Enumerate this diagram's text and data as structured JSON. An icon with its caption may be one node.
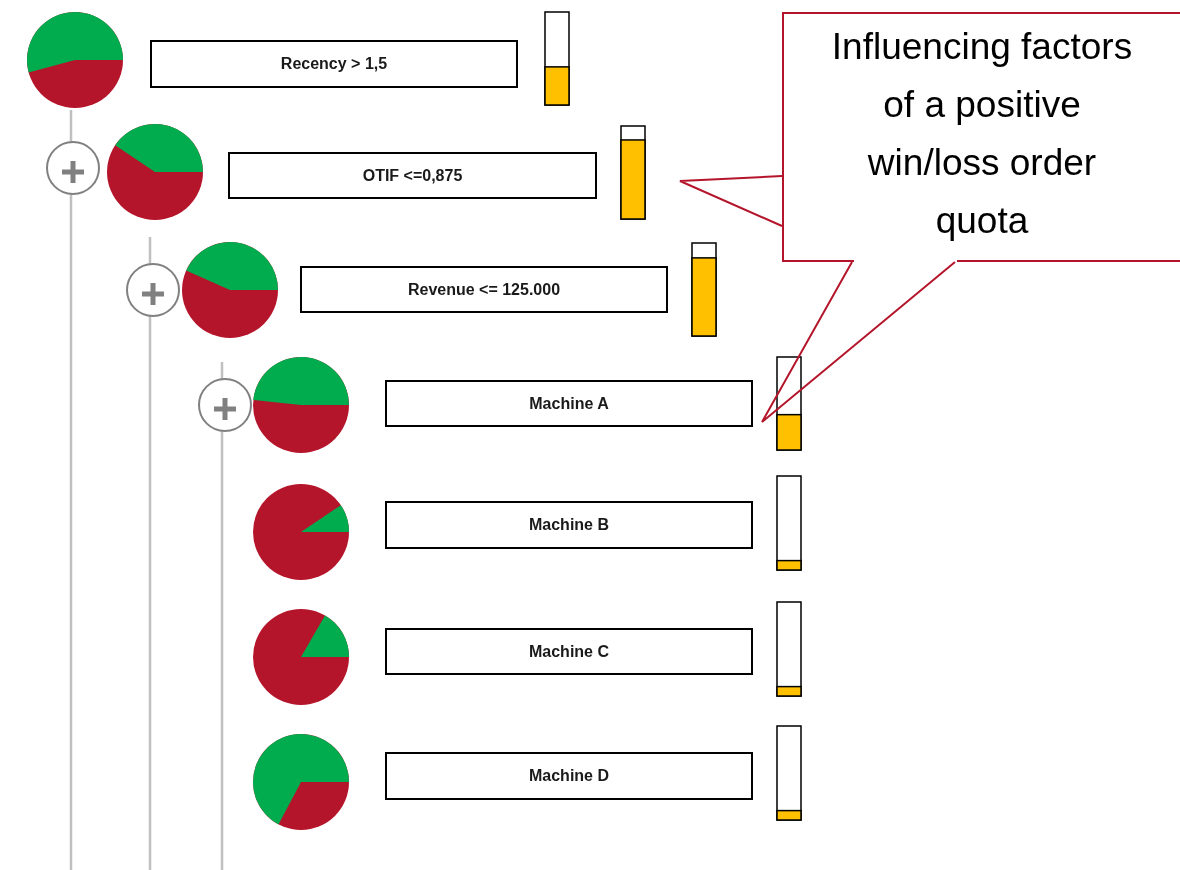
{
  "diagram": {
    "nodes": [
      {
        "text": [
          "Recency > 1,5"
        ]
      },
      {
        "text": [
          "OTIF <=0,875"
        ]
      },
      {
        "text": [
          "Revenue <= 125.000"
        ]
      },
      {
        "text": [
          "Machine A"
        ]
      },
      {
        "text": [
          "Machine B"
        ]
      },
      {
        "text": [
          "Machine C"
        ]
      },
      {
        "text": [
          "Machine D"
        ]
      },
      {
        "text": [
          "Influencing factors of a positive win/loss order quota"
        ]
      }
    ],
    "edges": [
      {
        "from": 7,
        "to": null,
        "arrow": "none"
      },
      {
        "from": 7,
        "to": null,
        "arrow": "none"
      }
    ]
  }
}
